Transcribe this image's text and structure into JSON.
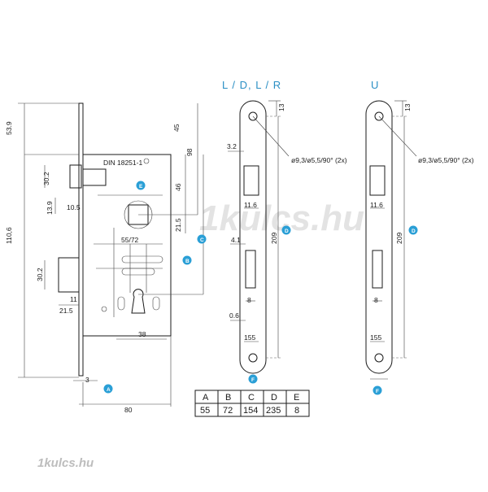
{
  "colors": {
    "accent": "#2a8fc4",
    "badge": "#2a9fd6",
    "line": "#1a1a1a",
    "watermark": "#e3e3e3"
  },
  "watermark": "1kulcs.hu",
  "footer": "1kulcs.hu",
  "headers": {
    "ldlr": "L / D, L / R",
    "u": "U"
  },
  "lock": {
    "din": "DIN 18251-1",
    "model": "55/72",
    "dims": {
      "d53_9": "53.9",
      "d110_6": "110,6",
      "d30_2a": "30.2",
      "d13_9": "13.9",
      "d10_5": "10.5",
      "d45": "45",
      "d98": "98",
      "d46": "46",
      "d21_5a": "21.5",
      "d30_2b": "30.2",
      "d11": "11",
      "d21_5b": "21.5",
      "d38": "38",
      "d3": "3",
      "d80": "80"
    },
    "badges": {
      "A": "A",
      "B": "B",
      "C": "C",
      "E": "E"
    }
  },
  "plate_ldlr": {
    "dims": {
      "d3_2": "3.2",
      "d13": "13",
      "d11_6": "11.6",
      "d209": "209",
      "d4_1": "4.1",
      "d8": "8",
      "d0_6": "0.6",
      "d155": "155"
    },
    "hole_note": "ø9,3/ø5,5/90° (2x)",
    "badges": {
      "D": "D",
      "F": "F"
    }
  },
  "plate_u": {
    "dims": {
      "d13": "13",
      "d11_6": "11.6",
      "d209": "209",
      "d8": "8",
      "d155": "155"
    },
    "hole_note": "ø9,3/ø5,5/90° (2x)",
    "badges": {
      "D": "D",
      "F": "F"
    }
  },
  "table": {
    "headers": [
      "A",
      "B",
      "C",
      "D",
      "E"
    ],
    "values": [
      "55",
      "72",
      "154",
      "235",
      "8"
    ]
  }
}
